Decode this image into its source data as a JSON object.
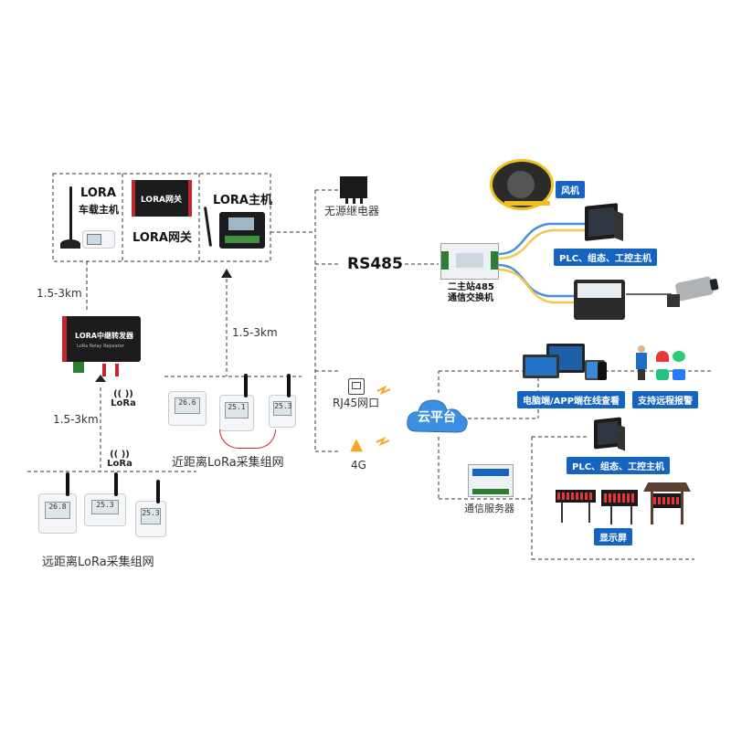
{
  "left": {
    "lora_vehicle_host_line1": "LORA",
    "lora_vehicle_host_line2": "车载主机",
    "lora_gateway": "LORA网关",
    "lora_host": "LORA主机",
    "gateway_device_text": "LORA网关",
    "repeater_device_line1": "LORA中继转发器",
    "repeater_device_line2": "LoRa Relay Repeater",
    "dist_top_left": "1.5-3km",
    "dist_mid": "1.5-3km",
    "dist_bottom_left": "1.5-3km",
    "lora_logo": "LoRa",
    "near_network": "近距离LoRa采集组网",
    "far_network": "远距离LoRa采集组网"
  },
  "middle": {
    "relay_label": "无源继电器",
    "rs485_label": "RS485",
    "switch_line1": "二主站485",
    "switch_line2": "通信交换机",
    "rj45_label": "RJ45网口",
    "g4_label": "4G",
    "cloud_label": "云平台"
  },
  "right": {
    "fan": "风机",
    "plc_top": "PLC、组态、工控主机",
    "pc_app": "电脑端/APP端在线查看",
    "remote_alarm": "支持远程报警",
    "plc_bottom": "PLC、组态、工控主机",
    "comm_server": "通信服务器",
    "display": "显示屏"
  },
  "colors": {
    "tag_blue": "#1565c0",
    "cable_blue": "#4a90d9",
    "cable_yellow": "#f2c94c",
    "wifi_orange": "#f5a623",
    "cloud_blue": "#3b8fe0"
  }
}
